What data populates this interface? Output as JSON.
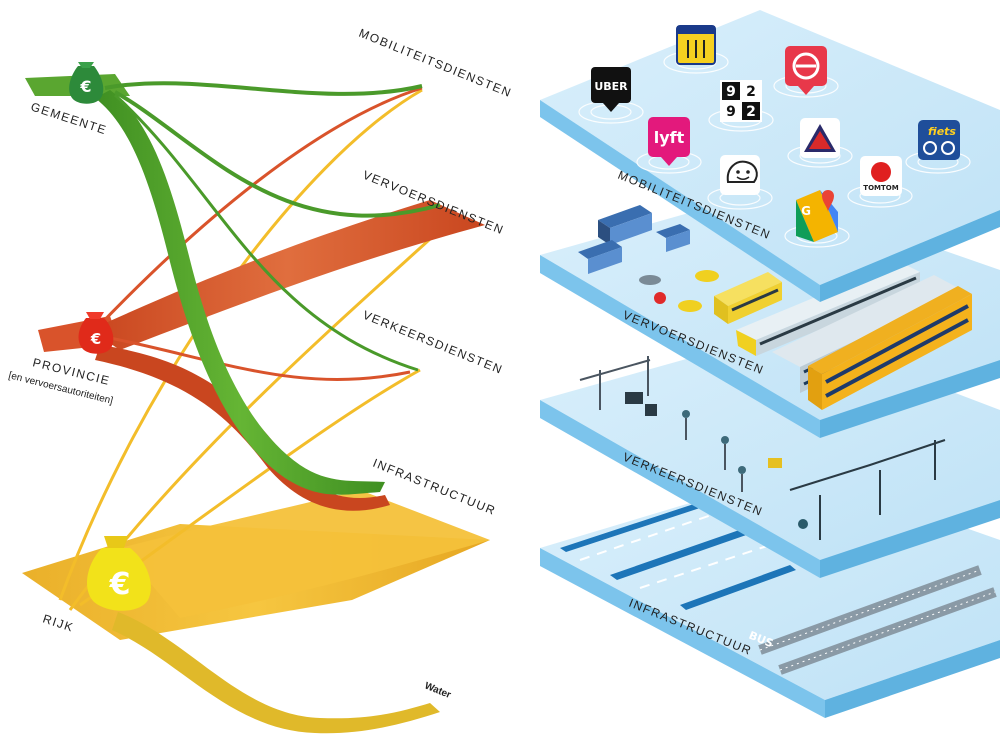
{
  "sources": {
    "gemeente": "GEMEENTE",
    "provincie": "PROVINCIE",
    "provincie_sub": "[en vervoersautoriteiten]",
    "rijk": "RIJK",
    "currency_symbol": "€"
  },
  "destinations": {
    "mobiliteit": "MOBILITEITSDIENSTEN",
    "vervoer": "VERVOERSDIENSTEN",
    "verkeer": "VERKEERSDIENSTEN",
    "infra": "INFRASTRUCTUUR",
    "water": "Water"
  },
  "layers": {
    "mobiliteit": "MOBILITEITSDIENSTEN",
    "vervoer": "VERVOERSDIENSTEN",
    "verkeer": "VERKEERSDIENSTEN",
    "infra": "INFRASTRUCTUUR",
    "bus_marking": "BUS"
  },
  "apps": {
    "uber": "UBER",
    "lyft": "lyft",
    "nine_two": [
      "9",
      "2",
      "9",
      "2"
    ],
    "fiets": "fiets",
    "tomtom": "TOMTOM",
    "google": "G"
  },
  "colors": {
    "gemeente": "#4a9a2a",
    "provincie": "#d9532b",
    "rijk": "#f2b630",
    "layer_top": "#cfe9f8",
    "layer_side": "#7cc4ec"
  }
}
